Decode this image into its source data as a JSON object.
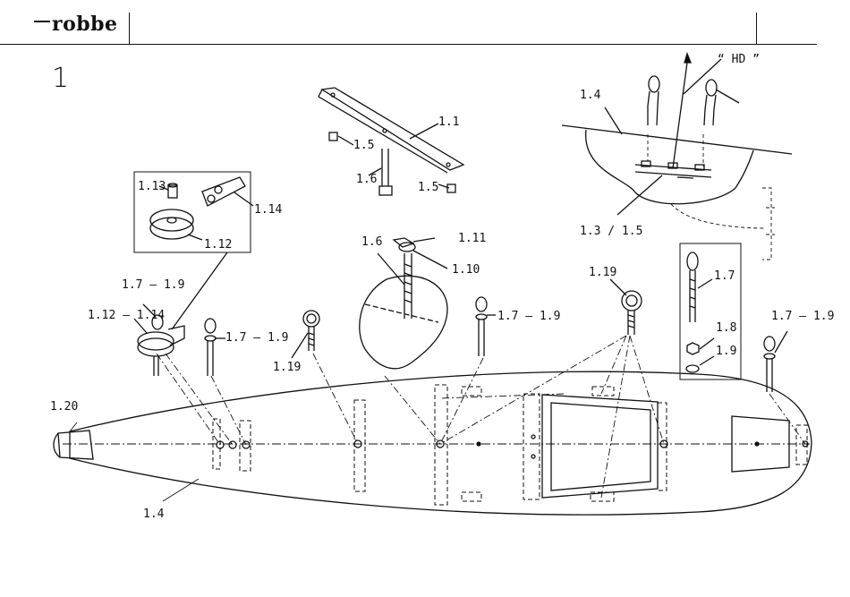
{
  "brand": "robbe",
  "figure_number": "1",
  "labels": {
    "hd": "“ HD ”",
    "l_1_4_top": "1.4",
    "l_1_3_1_5": "1.3 / 1.5",
    "l_1_1": "1.1",
    "l_1_5a": "1.5",
    "l_1_6a": "1.6",
    "l_1_5b": "1.5",
    "l_1_13": "1.13",
    "l_1_14": "1.14",
    "l_1_12": "1.12",
    "l_1_11": "1.11",
    "l_1_6b": "1.6",
    "l_1_10": "1.10",
    "l_1_7_box": "1.7",
    "l_1_8": "1.8",
    "l_1_9": "1.9",
    "l_1_19a": "1.19",
    "l_1_19b": "1.19",
    "l_1_7_1_9_left": "1.7 – 1.9",
    "l_1_12_1_14": "1.12 – 1.14",
    "l_1_7_1_9_mid": "1.7 – 1.9",
    "l_1_7_1_9_center": "1.7 – 1.9",
    "l_1_7_1_9_right": "1.7 – 1.9",
    "l_1_20": "1.20",
    "l_1_4_bottom": "1.4"
  }
}
